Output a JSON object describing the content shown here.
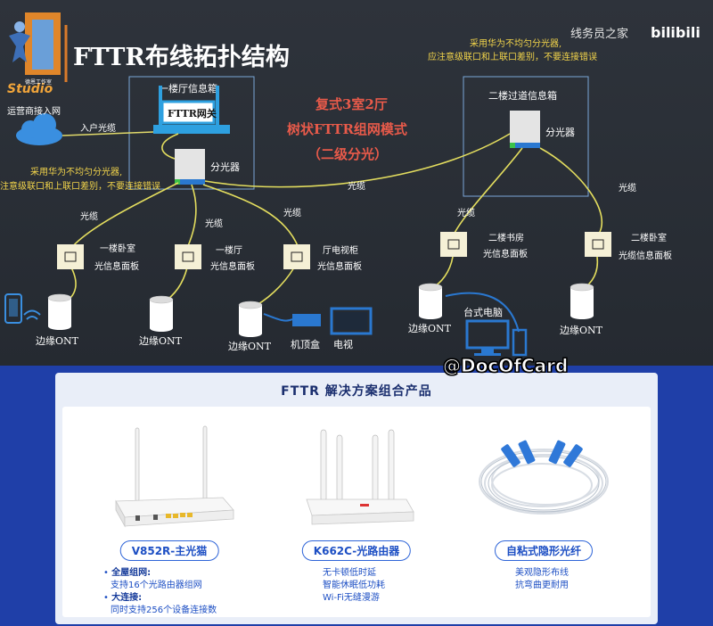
{
  "diagram": {
    "title": "FTTR布线拓扑结构",
    "studio_logo": "Studio",
    "studio_logo_small": "德恩工作室",
    "channel": "线务员之家",
    "platform": "bilibili",
    "mode_line1": "复式3室2厅",
    "mode_line2": "树状FTTR组网模式",
    "mode_line3": "（二级分光）",
    "note_right_line1": "采用华为不均匀分光器,",
    "note_right_line2": "应注意级联口和上联口差别，不要连接错误",
    "note_left_line1": "采用华为不均匀分光器,",
    "note_left_line2": "注意级联口和上联口差别，不要连接错误",
    "operator_label": "运营商接入网",
    "entry_fiber": "入户光缆",
    "box1_title": "一楼厅信息箱",
    "gateway_label": "FTTR网关",
    "splitter1_label": "分光器",
    "box2_title": "二楼过道信息箱",
    "splitter2_label": "分光器",
    "fiber": "光缆",
    "panel1_l1": "一楼卧室",
    "panel1_l2": "光信息面板",
    "panel2_l1": "一楼厅",
    "panel2_l2": "光信息面板",
    "panel3_l1": "厅电视柜",
    "panel3_l2": "光信息面板",
    "panel4_l1": "二楼书房",
    "panel4_l2": "光信息面板",
    "panel5_l1": "二楼卧室",
    "panel5_l2": "光缆信息面板",
    "ont_label": "边缘ONT",
    "stb_label": "机顶盒",
    "tv_label": "电视",
    "pc_label": "台式电脑"
  },
  "watermark": "@DocOfCard",
  "products": {
    "title": "FTTR 解决方案组合产品",
    "items": [
      {
        "name": "V852R-主光猫",
        "features": [
          {
            "head": "全屋组网:",
            "body": "支持16个光路由器组网"
          },
          {
            "head": "大连接:",
            "body": "同时支持256个设备连接数"
          }
        ]
      },
      {
        "name": "K662C-光路由器",
        "lines": [
          "无卡顿低时延",
          "智能休眠低功耗",
          "Wi-Fi无缝漫游"
        ]
      },
      {
        "name": "自粘式隐形光纤",
        "lines": [
          "美观隐形布线",
          "抗弯曲更耐用"
        ]
      }
    ]
  }
}
